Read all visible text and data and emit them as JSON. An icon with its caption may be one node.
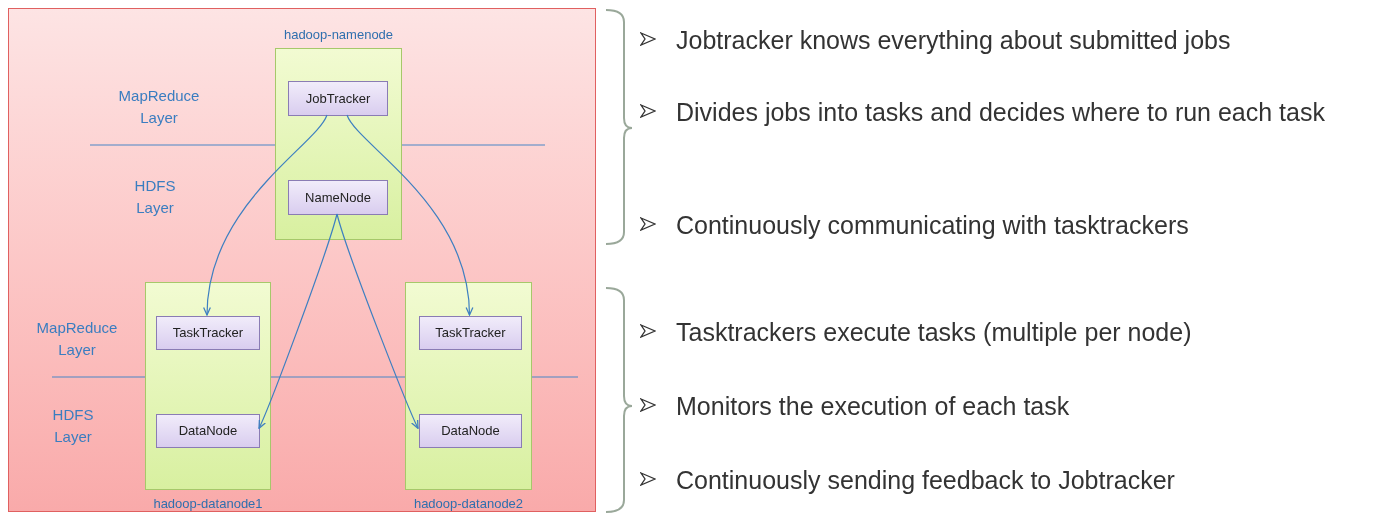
{
  "diagram": {
    "nodes": [
      {
        "text": [
          "hadoop-namenode"
        ]
      },
      {
        "text": [
          "JobTracker"
        ],
        "in": 0
      },
      {
        "text": [
          "NameNode"
        ],
        "in": 0
      },
      {
        "text": [
          "hadoop-datanode1"
        ]
      },
      {
        "text": [
          "TaskTracker"
        ],
        "in": 3
      },
      {
        "text": [
          "DataNode"
        ],
        "in": 3
      },
      {
        "text": [
          "hadoop-datanode2"
        ]
      },
      {
        "text": [
          "TaskTracker"
        ],
        "in": 6
      },
      {
        "text": [
          "DataNode"
        ],
        "in": 6
      }
    ],
    "edges": [
      {
        "from": 1,
        "to": 4,
        "arrow": "to"
      },
      {
        "from": 1,
        "to": 7,
        "arrow": "to"
      },
      {
        "from": 2,
        "to": 5,
        "arrow": "to"
      },
      {
        "from": 2,
        "to": 8,
        "arrow": "to"
      }
    ],
    "labels": [
      "MapReduce Layer",
      "HDFS Layer",
      "MapReduce Layer",
      "HDFS Layer",
      "Jobtracker knows everything about submitted jobs",
      "Divides jobs into tasks and decides where to run each task",
      "Continuously communicating with tasktrackers",
      "Tasktrackers execute tasks (multiple per node)",
      "Monitors the execution of each task",
      "Continuously sending feedback to Jobtracker"
    ]
  }
}
